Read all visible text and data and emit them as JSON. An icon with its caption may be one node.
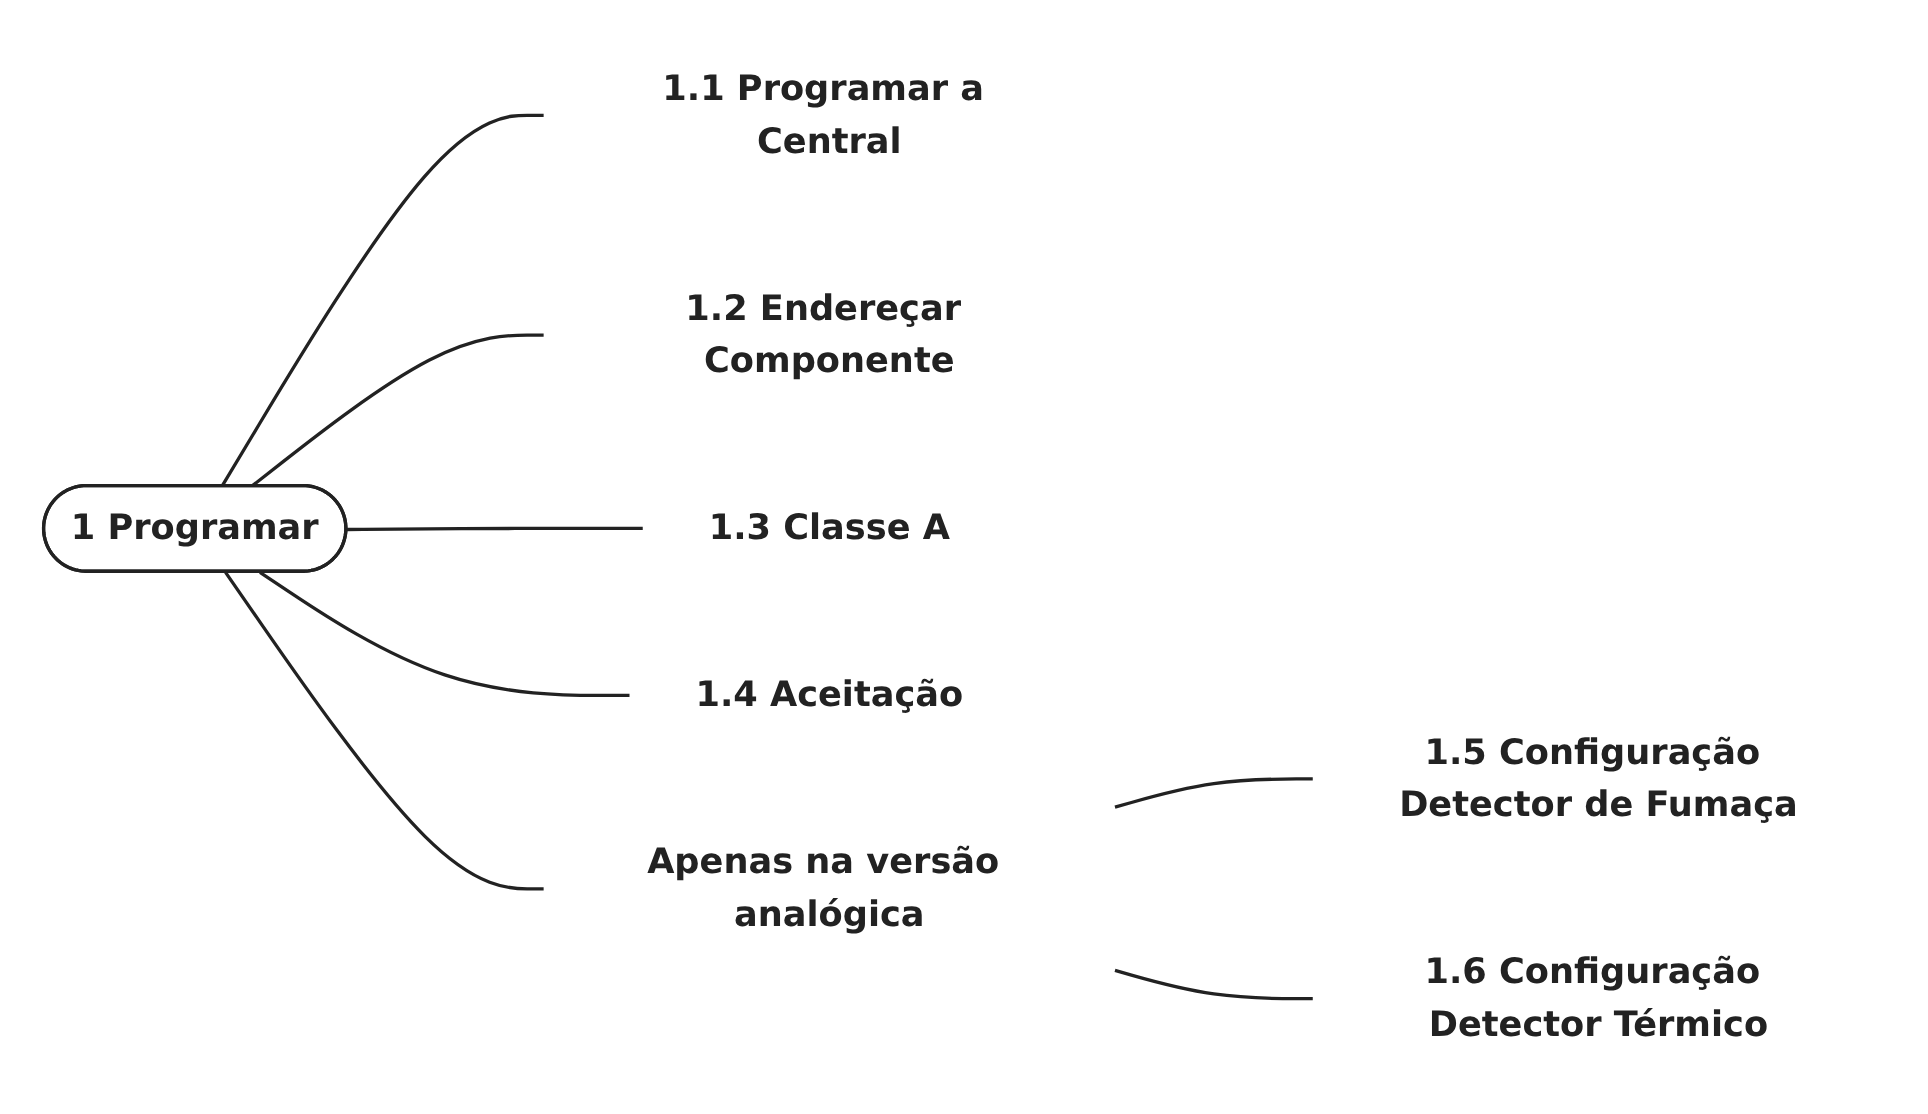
{
  "diagram": {
    "nodes": [
      {
        "text": [
          "1 Programar"
        ]
      },
      {
        "text": [
          "1.1 Programar a Central"
        ]
      },
      {
        "text": [
          "1.2 Endereçar Componente"
        ]
      },
      {
        "text": [
          "1.3 Classe A"
        ]
      },
      {
        "text": [
          "1.4 Aceitação"
        ]
      },
      {
        "text": [
          "Apenas na versão analógica"
        ]
      },
      {
        "text": [
          "1.5 Configuração Detector de Fumaça"
        ]
      },
      {
        "text": [
          "1.6 Configuração Detector Térmico"
        ]
      }
    ],
    "edges": [
      {
        "from": 0,
        "to": 1,
        "arrow": "none"
      },
      {
        "from": 0,
        "to": 2,
        "arrow": "none"
      },
      {
        "from": 0,
        "to": 3,
        "arrow": "none"
      },
      {
        "from": 0,
        "to": 4,
        "arrow": "none"
      },
      {
        "from": 0,
        "to": 5,
        "arrow": "none"
      },
      {
        "from": 5,
        "to": 6,
        "arrow": "none"
      },
      {
        "from": 5,
        "to": 7,
        "arrow": "none"
      }
    ]
  }
}
